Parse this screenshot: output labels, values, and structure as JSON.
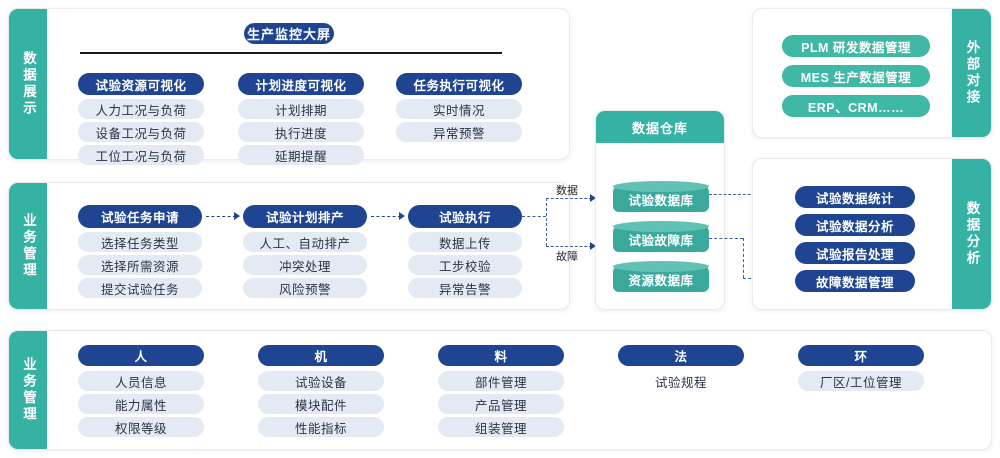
{
  "sections": {
    "data_display": {
      "sidebar_label": "数据展示",
      "title": "生产监控大屏",
      "columns": [
        {
          "header": "试验资源可视化",
          "items": [
            "人力工况与负荷",
            "设备工况与负荷",
            "工位工况与负荷"
          ]
        },
        {
          "header": "计划进度可视化",
          "items": [
            "计划排期",
            "执行进度",
            "延期提醒"
          ]
        },
        {
          "header": "任务执行可视化",
          "items": [
            "实时情况",
            "异常预警"
          ]
        }
      ]
    },
    "business_flow": {
      "sidebar_label": "业务管理",
      "columns": [
        {
          "header": "试验任务申请",
          "items": [
            "选择任务类型",
            "选择所需资源",
            "提交试验任务"
          ]
        },
        {
          "header": "试验计划排产",
          "items": [
            "人工、自动排产",
            "冲突处理",
            "风险预警"
          ]
        },
        {
          "header": "试验执行",
          "items": [
            "数据上传",
            "工步校验",
            "异常告警"
          ]
        }
      ]
    },
    "business_master": {
      "sidebar_label": "业务管理",
      "columns": [
        {
          "header": "人",
          "items": [
            "人员信息",
            "能力属性",
            "权限等级"
          ]
        },
        {
          "header": "机",
          "items": [
            "试验设备",
            "模块配件",
            "性能指标"
          ]
        },
        {
          "header": "料",
          "items": [
            "部件管理",
            "产品管理",
            "组装管理"
          ]
        },
        {
          "header": "法",
          "items": [
            "试验规程"
          ]
        },
        {
          "header": "环",
          "items": [
            "厂区/工位管理"
          ]
        }
      ]
    },
    "external": {
      "sidebar_label": "外部对接",
      "items": [
        "PLM 研发数据管理",
        "MES 生产数据管理",
        "ERP、CRM……"
      ]
    },
    "data_warehouse": {
      "title": "数据仓库",
      "databases": [
        "试验数据库",
        "试验故障库",
        "资源数据库"
      ]
    },
    "data_analysis": {
      "sidebar_label": "数据分析",
      "items": [
        "试验数据统计",
        "试验数据分析",
        "试验报告处理",
        "故障数据管理"
      ]
    }
  },
  "connectors": {
    "label_data": "数据",
    "label_fault": "故障"
  },
  "colors": {
    "teal": "#35b2a4",
    "teal_light": "#3fb8a6",
    "navy": "#1f4491",
    "pill_light": "#e4eaf4",
    "cylinder": "#3aa99c",
    "cylinder_top": "#5fc2b5"
  }
}
